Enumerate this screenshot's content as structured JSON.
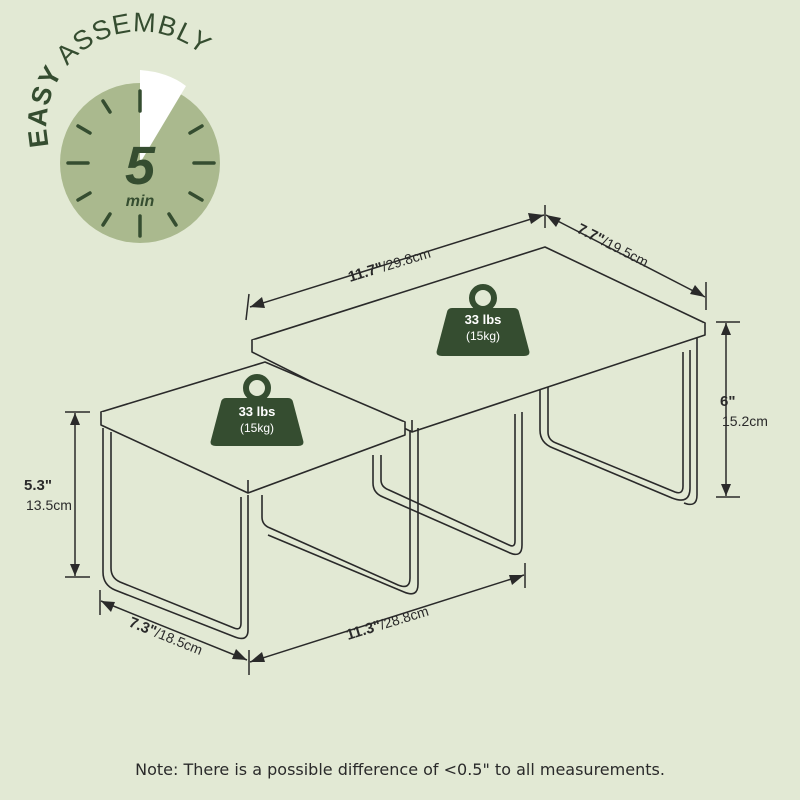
{
  "badge": {
    "title_bold": "EASY",
    "title_rest": " ASSEMBLY",
    "number": "5",
    "unit": "min"
  },
  "weights": {
    "top": {
      "lbs": "33 lbs",
      "kg": "(15kg)"
    },
    "bottom": {
      "lbs": "33 lbs",
      "kg": "(15kg)"
    }
  },
  "dimensions": {
    "large_width": {
      "imperial": "11.7\"",
      "metric": "/29.8cm"
    },
    "large_depth": {
      "imperial": "7.7\"",
      "metric": "/19.5cm"
    },
    "large_height": {
      "imperial": "6\"",
      "metric": "15.2cm"
    },
    "small_height": {
      "imperial": "5.3\"",
      "metric": "13.5cm"
    },
    "small_depth": {
      "imperial": "7.3\"",
      "metric": "/18.5cm"
    },
    "small_width": {
      "imperial": "11.3\"",
      "metric": "/28.8cm"
    }
  },
  "note": "Note: There is a possible difference of <0.5\" to all measurements.",
  "colors": {
    "background": "#e2e9d4",
    "badge_fill": "#aab98e",
    "accent_dark": "#354d30",
    "line": "#2a2a2a"
  }
}
